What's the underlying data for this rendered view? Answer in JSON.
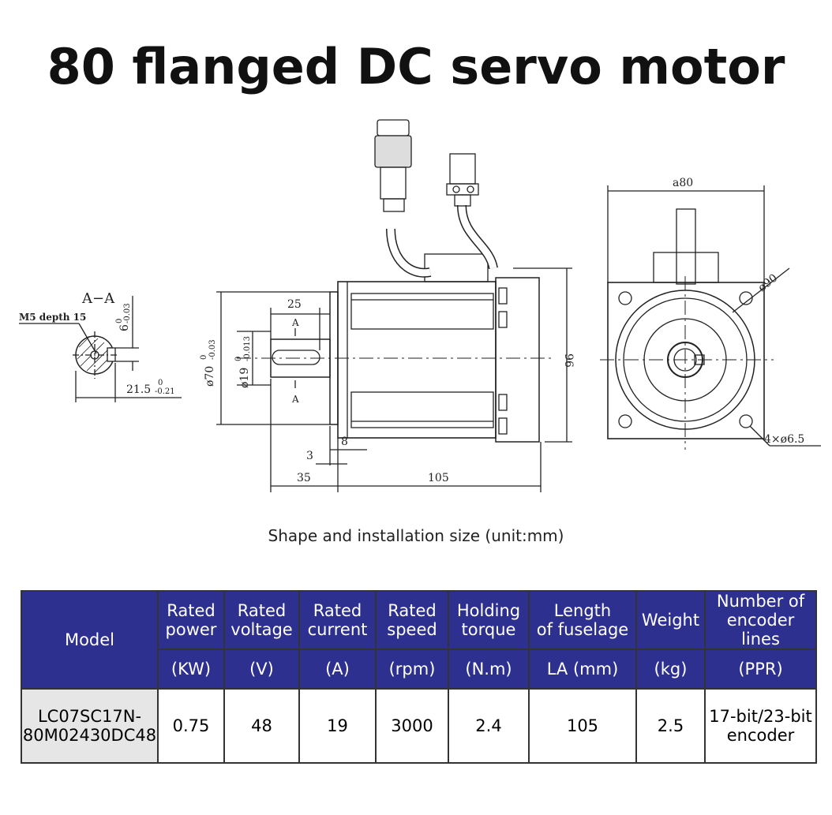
{
  "title": "80 flanged DC servo motor",
  "caption": "Shape and installation size (unit:mm)",
  "drawing": {
    "section_label": "A−A",
    "thread_note": "M5 depth 15",
    "key_width": "6",
    "key_tol_upper": "0",
    "key_tol_lower": "-0.03",
    "key_depth": "21.5",
    "key_depth_tol_upper": "0",
    "key_depth_tol_lower": "-0.21",
    "pilot_dia": "ø70",
    "pilot_tol_upper": "0",
    "pilot_tol_lower": "-0.03",
    "shaft_dia": "ø19",
    "shaft_tol_upper": "0",
    "shaft_tol_lower": "-0.013",
    "key_length": "25",
    "section_mark": "A",
    "flange_thickness": "8",
    "spigot_height": "3",
    "shaft_length": "35",
    "body_length": "105",
    "height": "96",
    "flange_square": "a80",
    "bolt_circle": "ø90",
    "holes": "4×ø6.5"
  },
  "table": {
    "header_model": "Model",
    "headers": [
      {
        "name": "Rated power",
        "unit": "(KW)"
      },
      {
        "name": "Rated voltage",
        "unit": "(V)"
      },
      {
        "name": "Rated current",
        "unit": "(A)"
      },
      {
        "name": "Rated speed",
        "unit": "(rpm)"
      },
      {
        "name": "Holding torque",
        "unit": "(N.m)"
      },
      {
        "name": "Length of fuselage",
        "unit": "LA (mm)"
      },
      {
        "name": "Weight",
        "unit": "(kg)"
      },
      {
        "name": "Number of encoder lines",
        "unit": "(PPR)"
      }
    ],
    "header_lines": [
      [
        "Rated",
        "power"
      ],
      [
        "Rated",
        "voltage"
      ],
      [
        "Rated",
        "current"
      ],
      [
        "Rated",
        "speed"
      ],
      [
        "Holding",
        "torque"
      ],
      [
        "Length",
        "of fuselage"
      ],
      [
        "Weight",
        ""
      ],
      [
        "Number of",
        "encoder lines"
      ]
    ],
    "row": {
      "model_line1": "LC07SC17N-",
      "model_line2": "80M02430DC48",
      "values": [
        "0.75",
        "48",
        "19",
        "3000",
        "2.4",
        "105",
        "2.5"
      ],
      "encoder_line1": "17-bit/23-bit",
      "encoder_line2": "encoder"
    }
  }
}
